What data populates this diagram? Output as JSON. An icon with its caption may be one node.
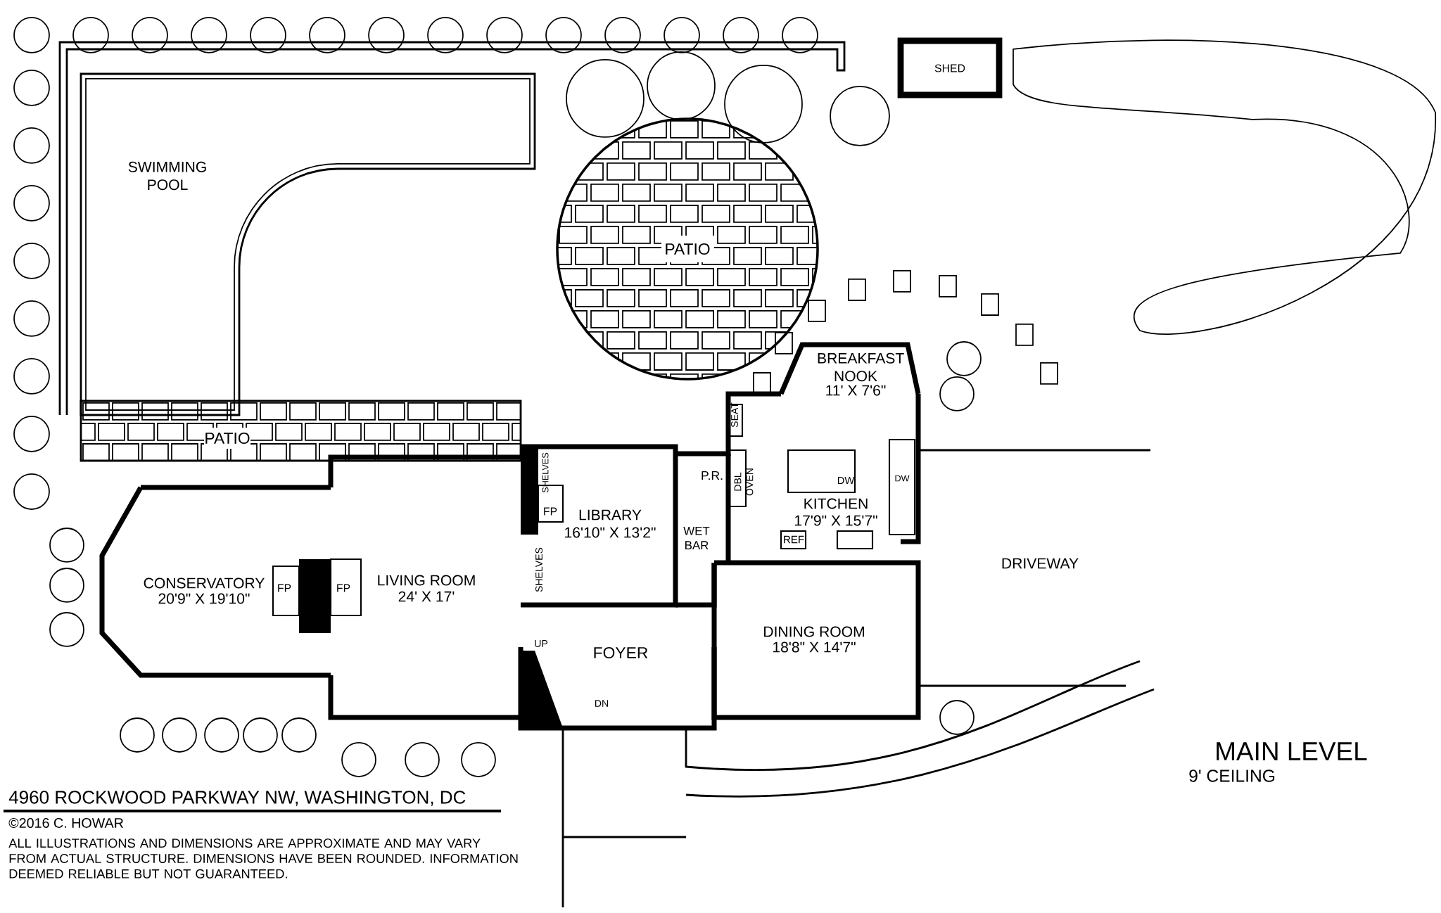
{
  "diagram": {
    "title": "4960 ROCKWOOD PARKWAY NW, WASHINGTON, DC",
    "labels": [
      "SHED",
      "SWIMMING POOL",
      "PATIO",
      "BREAKFAST NOOK",
      "11' X 7'6\"",
      "PATIO",
      "SEAT",
      "SHELVES",
      "P.R.",
      "DBL OVEN",
      "DW",
      "DW",
      "FP",
      "LIBRARY",
      "16'10\" X 13'2\"",
      "KITCHEN",
      "17'9\" X 15'7\"",
      "WET BAR",
      "REF",
      "DRIVEWAY",
      "SHELVES",
      "CONSERVATORY",
      "20'9\" X 19'10\"",
      "FP",
      "FP",
      "LIVING ROOM",
      "24' X 17'",
      "DINING ROOM",
      "18'8\" X 14'7\"",
      "UP",
      "FOYER",
      "DN",
      "MAIN LEVEL",
      "9' CEILING",
      "©2016 C. HOWAR",
      "ALL ILLUSTRATIONS AND DIMENSIONS ARE APPROXIMATE AND MAY VARY FROM ACTUAL STRUCTURE. DIMENSIONS HAVE BEEN ROUNDED. INFORMATION DEEMED RELIABLE BUT NOT GUARANTEED."
    ]
  }
}
